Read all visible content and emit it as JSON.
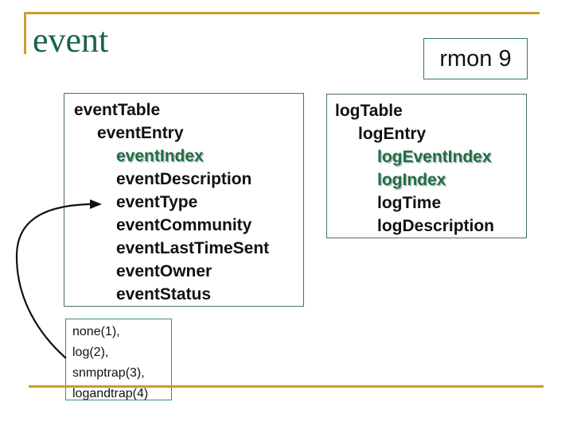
{
  "slide": {
    "title": "event",
    "tag_label": "rmon 9",
    "colors": {
      "gold": "#C4A02B",
      "title_green": "#1A6349",
      "highlight_green": "#1D6F47",
      "box_border": "#4D6F60",
      "enum_border": "#35935B"
    },
    "event_box": {
      "items": [
        {
          "label": "eventTable",
          "indent": 0,
          "highlight": false
        },
        {
          "label": "eventEntry",
          "indent": 1,
          "highlight": false
        },
        {
          "label": "eventIndex",
          "indent": 2,
          "highlight": true
        },
        {
          "label": "eventDescription",
          "indent": 2,
          "highlight": false
        },
        {
          "label": "eventType",
          "indent": 2,
          "highlight": false
        },
        {
          "label": "eventCommunity",
          "indent": 2,
          "highlight": false
        },
        {
          "label": "eventLastTimeSent",
          "indent": 2,
          "highlight": false
        },
        {
          "label": "eventOwner",
          "indent": 2,
          "highlight": false
        },
        {
          "label": "eventStatus",
          "indent": 2,
          "highlight": false
        }
      ]
    },
    "log_box": {
      "items": [
        {
          "label": "logTable",
          "indent": 0,
          "highlight": false
        },
        {
          "label": "logEntry",
          "indent": 1,
          "highlight": false
        },
        {
          "label": "logEventIndex",
          "indent": 2,
          "highlight": true
        },
        {
          "label": "logIndex",
          "indent": 2,
          "highlight": true
        },
        {
          "label": "logTime",
          "indent": 2,
          "highlight": false
        },
        {
          "label": "logDescription",
          "indent": 2,
          "highlight": false
        }
      ]
    },
    "enum_box": {
      "items": [
        "none(1),",
        "log(2),",
        "snmptrap(3),",
        "logandtrap(4)"
      ]
    }
  }
}
